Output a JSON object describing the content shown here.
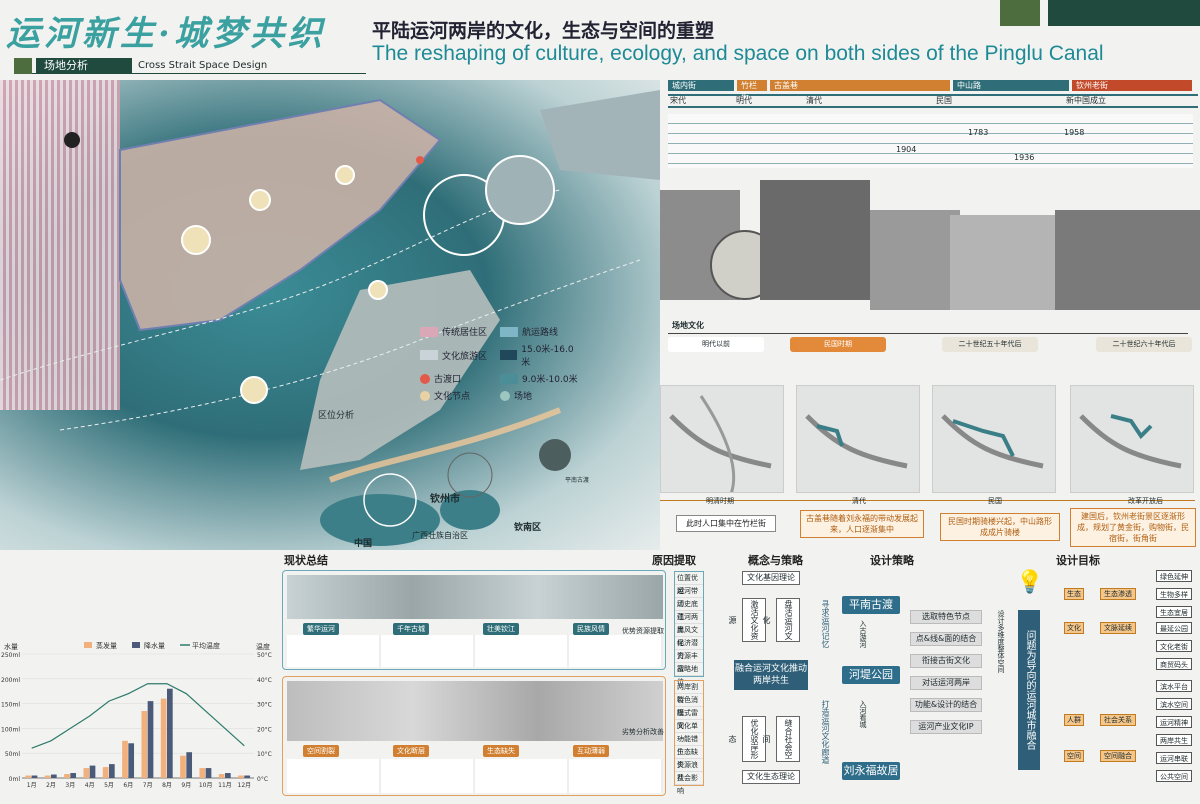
{
  "header": {
    "title_cn": "运河新生·城梦共织",
    "subtitle_cn": "平陆运河两岸的文化，生态与空间的重塑",
    "subtitle_en": "The reshaping of culture, ecology, and space on both sides of the Pinglu Canal"
  },
  "section": {
    "label": "场地分析",
    "en": "Cross Strait Space Design"
  },
  "map": {
    "legend": [
      {
        "label": "传统居住区",
        "swatch": "#d9a7b5"
      },
      {
        "label": "航运路线",
        "swatch": "#7fb6c7"
      },
      {
        "label": "文化旅游区",
        "swatch": "#c9d3d8"
      },
      {
        "label": "15.0米-16.0米",
        "swatch": "#20475a"
      },
      {
        "label": "古渡口",
        "swatch": "#e45a4a"
      },
      {
        "label": "9.0米-10.0米",
        "swatch": "#4c8e98"
      },
      {
        "label": "文化节点",
        "swatch": "#e8d2a4"
      },
      {
        "label": "场地",
        "swatch": "#9cc7c0"
      }
    ],
    "region_title": "区位分析",
    "places": [
      "钦州市",
      "中国",
      "广西壮族自治区",
      "钦南区",
      "平南古渡"
    ]
  },
  "timeline": {
    "tags": [
      {
        "label": "城内街",
        "color": "#2f6e78"
      },
      {
        "label": "竹栏街",
        "color": "#d08030"
      },
      {
        "label": "古盖巷",
        "color": "#d08030"
      },
      {
        "label": "中山路",
        "color": "#2f6e78"
      },
      {
        "label": "钦州老街",
        "color": "#c24a2a"
      }
    ],
    "eras": [
      "宋代",
      "明代",
      "清代",
      "民国",
      "新中国成立"
    ],
    "years": [
      "1783",
      "1904",
      "1936",
      "1958"
    ]
  },
  "stages": {
    "header": "场地文化",
    "items": [
      {
        "title": "明代以前",
        "text": "此时人口集中在竹栏街"
      },
      {
        "title": "民国时期",
        "text": "古盖巷随着刘永福的带动发展起来，人口逐渐集中"
      },
      {
        "title": "二十世纪五十年代后",
        "text": "民国时期骑楼兴起，中山路形成成片骑楼"
      },
      {
        "title": "二十世纪六十年代后",
        "text": "建国后，钦州老街景区逐渐形成，规划了黄金街，购物街，民宿街，街角街"
      }
    ],
    "map_labels": [
      "明清时期",
      "清代",
      "民国",
      "改革开放后"
    ]
  },
  "chart_data": {
    "type": "bar",
    "categories": [
      "1月",
      "2月",
      "3月",
      "4月",
      "5月",
      "6月",
      "7月",
      "8月",
      "9月",
      "10月",
      "11月",
      "12月"
    ],
    "series": [
      {
        "name": "蒸发量",
        "color": "#f1b07c",
        "values": [
          5,
          5,
          8,
          20,
          22,
          75,
          135,
          160,
          45,
          20,
          8,
          5
        ]
      },
      {
        "name": "降水量",
        "color": "#4a5a78",
        "values": [
          5,
          7,
          10,
          25,
          28,
          70,
          155,
          180,
          52,
          20,
          10,
          5
        ]
      },
      {
        "name": "平均温度",
        "color": "#2e7a6a",
        "values": [
          12,
          15,
          20,
          25,
          31,
          34,
          38,
          38,
          34,
          27,
          20,
          13
        ]
      }
    ],
    "ylabel": "水量",
    "y2label": "温度",
    "ylim": [
      0,
      250
    ],
    "y2lim": [
      0,
      50
    ],
    "yticks": [
      "0ml",
      "50ml",
      "100ml",
      "150ml",
      "200ml",
      "250ml"
    ],
    "y2ticks": [
      "0°C",
      "10°C",
      "20°C",
      "30°C",
      "40°C",
      "50°C"
    ]
  },
  "status": {
    "title": "现状总结",
    "top_tags": [
      "繁华运河",
      "千年古城",
      "壮美钦江",
      "民族风情"
    ],
    "bottom_tags": [
      "空间割裂",
      "文化断层",
      "生态缺失",
      "互动薄弱"
    ],
    "top_link": "优势资源提取",
    "bottom_link": "劣势分析改善"
  },
  "reasons": {
    "title": "原因提取",
    "top": [
      "位置优越",
      "运河带动",
      "历史底蕴",
      "江河两岸",
      "民风文化",
      "经济潜力",
      "资源丰富",
      "战略地位"
    ],
    "bottom": [
      "两岸割裂",
      "特色消隐",
      "模式雷同",
      "文化单一",
      "功能错位",
      "生态缺失",
      "资源浪费",
      "社会影响"
    ]
  },
  "concept": {
    "title": "概念与策略",
    "theory1": "文化基因理论",
    "center": "融合运河文化推动两岸共生",
    "top_left": "激活文化资源",
    "top_right": "盘活运河文化",
    "bottom_left": "优化驳岸形态",
    "bottom_right": "缝合社会空间",
    "theory2": "文化生态理论",
    "vert1": "寻求运河记忆",
    "vert2": "打造运河文化廊道"
  },
  "design": {
    "title": "设计策略",
    "nodes": [
      "平南古渡",
      "河堤公园",
      "刘永福故居"
    ],
    "side1": "入古游河",
    "side2": "入河看城",
    "points": [
      "选取特色节点",
      "点&线&面的结合",
      "衔接古街文化",
      "对话运河两岸",
      "功能&设计的结合",
      "运河产业文化IP"
    ],
    "vert": "设计多维度整体空间",
    "goal_center": "问题为导向的运河城市融合"
  },
  "goals": {
    "title": "设计目标",
    "groups": [
      {
        "name": "生态",
        "tag": "生态渗透",
        "items": [
          "绿色延伸",
          "生物多样",
          "生态宜居"
        ]
      },
      {
        "name": "文化",
        "tag": "文脉延续",
        "items": [
          "最延公园",
          "文化老街",
          "商贸码头"
        ]
      },
      {
        "name": "人群",
        "tag": "社会关系",
        "items": [
          "滨水平台",
          "滨水空间",
          "运河精神"
        ]
      },
      {
        "name": "空间",
        "tag": "空间融合",
        "items": [
          "两岸共生",
          "运河串联",
          "公共空间"
        ]
      }
    ]
  }
}
